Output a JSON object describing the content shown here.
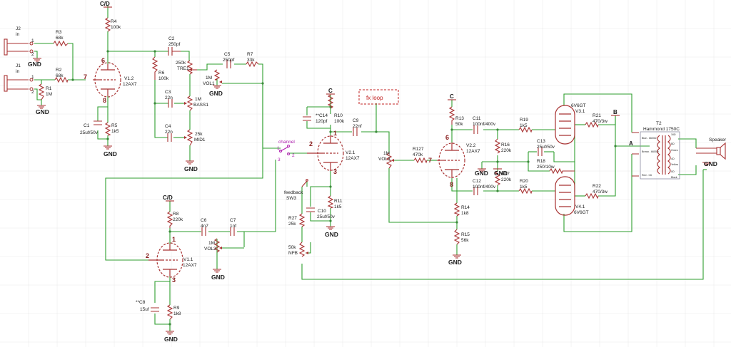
{
  "title": "",
  "inputs": {
    "j2": {
      "ref": "J2",
      "name": "in",
      "pin1": "1",
      "pin2": "2"
    },
    "j1": {
      "ref": "J1",
      "name": "in",
      "pin1": "1",
      "pin2": "2"
    }
  },
  "resistors": {
    "r1": {
      "ref": "R1",
      "value": "1M"
    },
    "r2": {
      "ref": "R2",
      "value": "68k"
    },
    "r3": {
      "ref": "R3",
      "value": "68k"
    },
    "r4": {
      "ref": "R4",
      "value": "100k"
    },
    "r5": {
      "ref": "R5",
      "value": "1k5"
    },
    "r6": {
      "ref": "R6",
      "value": "100k"
    },
    "r7": {
      "ref": "R7",
      "value": "33k"
    },
    "r8": {
      "ref": "R8",
      "value": "220k"
    },
    "r9": {
      "ref": "R9",
      "value": "1k8"
    },
    "r10": {
      "ref": "R10",
      "value": "100k"
    },
    "r11": {
      "ref": "R11",
      "value": "1k5"
    },
    "r13": {
      "ref": "R13",
      "value": "50k"
    },
    "r14": {
      "ref": "R14",
      "value": "1k8"
    },
    "r15": {
      "ref": "R15",
      "value": "56k"
    },
    "r16": {
      "ref": "R16",
      "value": "220k"
    },
    "r17": {
      "ref": "R17",
      "value": "220k"
    },
    "r18": {
      "ref": "R18",
      "value": "250/10w"
    },
    "r19": {
      "ref": "R19",
      "value": "1k5"
    },
    "r20": {
      "ref": "R20",
      "value": "1k5"
    },
    "r21": {
      "ref": "R21",
      "value": "470/3w"
    },
    "r22": {
      "ref": "R22",
      "value": "470/3w"
    },
    "r27": {
      "ref": "R27",
      "value": "25k"
    },
    "r127": {
      "ref": "R127",
      "value": "470k"
    }
  },
  "capacitors": {
    "c1": {
      "ref": "C1",
      "value": "25uf/50v"
    },
    "c2": {
      "ref": "C2",
      "value": "250pf"
    },
    "c3": {
      "ref": "C3",
      "value": "22n"
    },
    "c4": {
      "ref": "C4",
      "value": "22n"
    },
    "c5": {
      "ref": "C5",
      "value": "250pf"
    },
    "c6": {
      "ref": "C6",
      "value": "4n7"
    },
    "c7": {
      "ref": "C7",
      "value": "1nf"
    },
    "c8": {
      "ref": "**C8",
      "value": "15uf"
    },
    "c9": {
      "ref": "C9",
      "value": "22nf"
    },
    "c10": {
      "ref": "C10",
      "value": "25uf/50v"
    },
    "c11": {
      "ref": "C11",
      "value": "100nf/400v"
    },
    "c12": {
      "ref": "C12",
      "value": "100nf/400v"
    },
    "c13": {
      "ref": "C13",
      "value": "25uf/50v"
    },
    "c14": {
      "ref": "**C14",
      "value": "120pf"
    }
  },
  "pots": {
    "tre1": {
      "value": "250k",
      "ref": "TRE1"
    },
    "bass1": {
      "value": "1M",
      "ref": "BASS1"
    },
    "mid1": {
      "value": "25k",
      "ref": "MID1"
    },
    "vol1": {
      "value": "1M",
      "ref": "VOL1"
    },
    "vol2": {
      "value": "1M",
      "ref": "VOL2"
    },
    "vol3": {
      "value": "1M",
      "ref": "VOL3"
    },
    "nfb": {
      "value": "50k",
      "ref": "NFB"
    }
  },
  "tubes": {
    "v12": {
      "ref": "V1.2",
      "type": "12AX7",
      "pins": [
        "6",
        "7",
        "8"
      ]
    },
    "v11": {
      "ref": "V1.1",
      "type": "12AX7",
      "pins": [
        "1",
        "2",
        "3"
      ]
    },
    "v21": {
      "ref": "V2.1",
      "type": "12AX7",
      "pins": [
        "1",
        "2",
        "3"
      ]
    },
    "v22": {
      "ref": "V2.2",
      "type": "12AX7",
      "pins": [
        "6",
        "7",
        "8"
      ]
    },
    "v31": {
      "ref": "V3.1",
      "type": "6V6GT"
    },
    "v41": {
      "ref": "V4.1",
      "type": "6V6GT"
    }
  },
  "supply": {
    "cd": "C/D",
    "c": "C",
    "b": "B",
    "a": "A"
  },
  "gnd": "GND",
  "switches": {
    "channel": "channel",
    "ch_pins": [
      "1",
      "2",
      "3"
    ],
    "feedback": "feedback",
    "sw3": "SW3"
  },
  "fxloop": "fx loop",
  "transformer": {
    "ref": "T2",
    "model": "Hammond 1750C",
    "primary": [
      "Blue - 6600Ω",
      "Brown - 6600Ω",
      "Red - C6"
    ],
    "secondary": [
      "16Ω",
      "8Ω",
      "Green",
      "4Ω",
      "Yellow",
      "0Ω",
      "Black"
    ]
  },
  "speaker": "Speaker"
}
